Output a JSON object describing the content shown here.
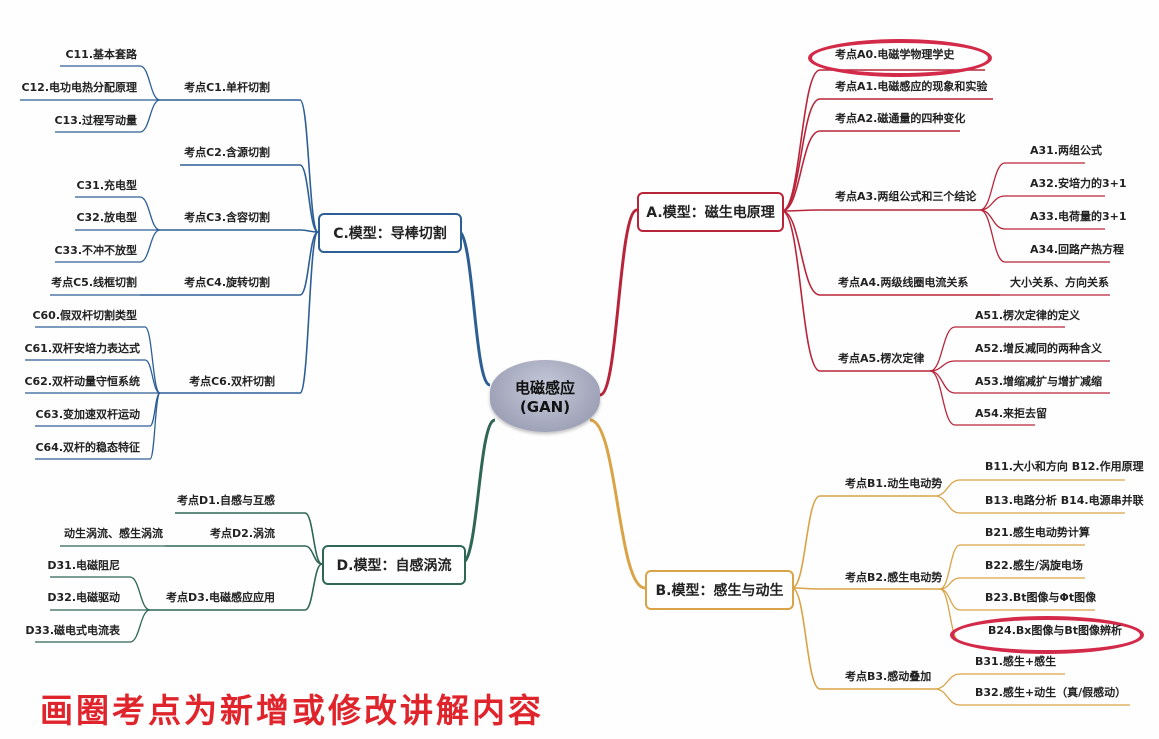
{
  "center": {
    "title": "电磁感应",
    "subtitle": "(GAN)"
  },
  "colors": {
    "A": "#b8253a",
    "B": "#d9a347",
    "C": "#2d5f95",
    "D": "#2f6656",
    "highlight": "#d42a4a",
    "note": "#e0242c"
  },
  "A": {
    "label": "A.模型：磁生电原理",
    "items": [
      {
        "label": "考点A0.电磁学物理学史"
      },
      {
        "label": "考点A1.电磁感应的现象和实验"
      },
      {
        "label": "考点A2.磁通量的四种变化"
      },
      {
        "label": "考点A3.两组公式和三个结论",
        "children": [
          "A31.两组公式",
          "A32.安培力的3+1",
          "A33.电荷量的3+1",
          "A34.回路产热方程"
        ]
      },
      {
        "label": "考点A4.两级线圈电流关系",
        "children": [
          "大小关系、方向关系"
        ]
      },
      {
        "label": "考点A5.楞次定律",
        "children": [
          "A51.楞次定律的定义",
          "A52.增反减同的两种含义",
          "A53.增缩减扩与增扩减缩",
          "A54.来拒去留"
        ]
      }
    ]
  },
  "B": {
    "label": "B.模型：感生与动生",
    "items": [
      {
        "label": "考点B1.动生电动势",
        "children": [
          "B11.大小和方向  B12.作用原理",
          "B13.电路分析  B14.电源串并联"
        ]
      },
      {
        "label": "考点B2.感生电动势",
        "children": [
          "B21.感生电动势计算",
          "B22.感生/涡旋电场",
          "B23.Bt图像与Φt图像",
          "B24.Bx图像与Bt图像辨析"
        ]
      },
      {
        "label": "考点B3.感动叠加",
        "children": [
          "B31.感生+感生",
          "B32.感生+动生（真/假感动）"
        ]
      }
    ]
  },
  "C": {
    "label": "C.模型：导棒切割",
    "items": [
      {
        "label": "考点C1.单杆切割",
        "children": [
          "C11.基本套路",
          "C12.电功电热分配原理",
          "C13.过程写动量"
        ]
      },
      {
        "label": "考点C2.含源切割"
      },
      {
        "label": "考点C3.含容切割",
        "children": [
          "C31.充电型",
          "C32.放电型",
          "C33.不冲不放型"
        ]
      },
      {
        "label": "考点C4.旋转切割",
        "children": [
          "考点C5.线框切割"
        ]
      },
      {
        "label": "考点C6.双杆切割",
        "children": [
          "C60.假双杆切割类型",
          "C61.双杆安培力表达式",
          "C62.双杆动量守恒系统",
          "C63.变加速双杆运动",
          "C64.双杆的稳态特征"
        ]
      }
    ]
  },
  "D": {
    "label": "D.模型：自感涡流",
    "items": [
      {
        "label": "考点D1.自感与互感"
      },
      {
        "label": "考点D2.涡流",
        "children": [
          "动生涡流、感生涡流"
        ]
      },
      {
        "label": "考点D3.电磁感应应用",
        "children": [
          "D31.电磁阻尼",
          "D32.电磁驱动",
          "D33.磁电式电流表"
        ]
      }
    ]
  },
  "note": "画圈考点为新增或修改讲解内容"
}
